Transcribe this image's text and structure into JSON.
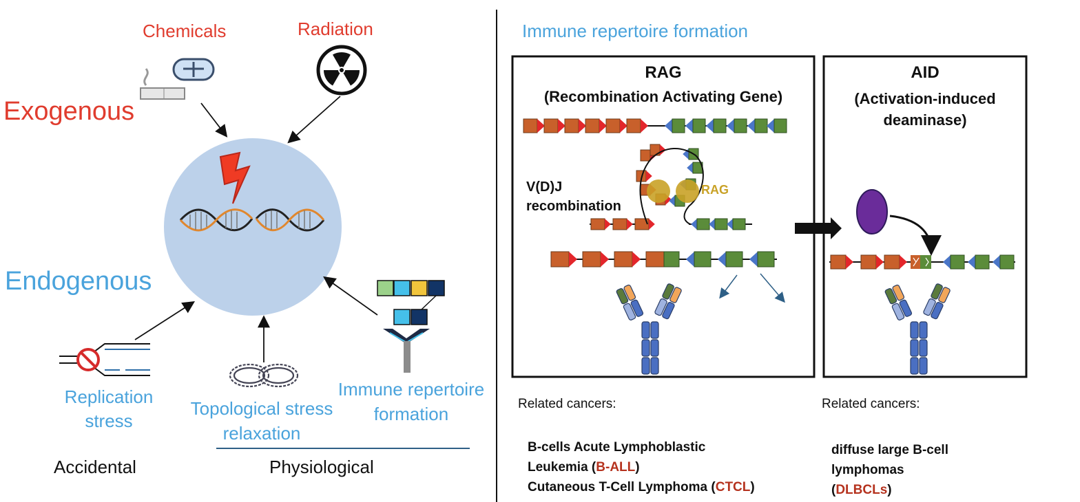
{
  "left": {
    "chemicals": "Chemicals",
    "radiation": "Radiation",
    "exogenous": "Exogenous",
    "endogenous": "Endogenous",
    "replication_l1": "Replication",
    "replication_l2": "stress",
    "topo_l1": "Topological stress",
    "topo_l2": "relaxation",
    "immune_l1": "Immune repertoire",
    "immune_l2": "formation",
    "accidental": "Accidental",
    "physiological": "Physiological"
  },
  "right": {
    "heading": "Immune repertoire formation",
    "rag_title": "RAG",
    "rag_subtitle": "(Recombination Activating Gene)",
    "vdj_l1": "V(D)J",
    "vdj_l2": "recombination",
    "rag_enzyme": "RAG",
    "aid_title": "AID",
    "aid_sub1": "(Activation-induced",
    "aid_sub2": "deaminase)",
    "related_left": "Related cancers:",
    "related_right": "Related cancers:",
    "cancer_rag_1": "B-cells Acute Lymphoblastic",
    "cancer_rag_2a": "Leukemia (",
    "cancer_rag_2b": "B-ALL",
    "cancer_rag_2c": ")",
    "cancer_rag_3a": "Cutaneous T-Cell Lymphoma  (",
    "cancer_rag_3b": "CTCL",
    "cancer_rag_3c": ")",
    "cancer_aid_1": "diffuse large B-cell",
    "cancer_aid_2": "lymphomas",
    "cancer_aid_3a": "(",
    "cancer_aid_3b": "DLBCLs",
    "cancer_aid_3c": ")"
  },
  "colors": {
    "exogenous": "#e03c2e",
    "endogenous": "#4aa3dc",
    "circle": "#bcd1ea",
    "v_segment": "#c8602b",
    "j_segment": "#5b8c3a",
    "arrow_red": "#e3262b",
    "arrow_blue": "#4a76c8",
    "aid_enzyme": "#6a2c9a",
    "rag_enzyme": "#c9a227"
  }
}
